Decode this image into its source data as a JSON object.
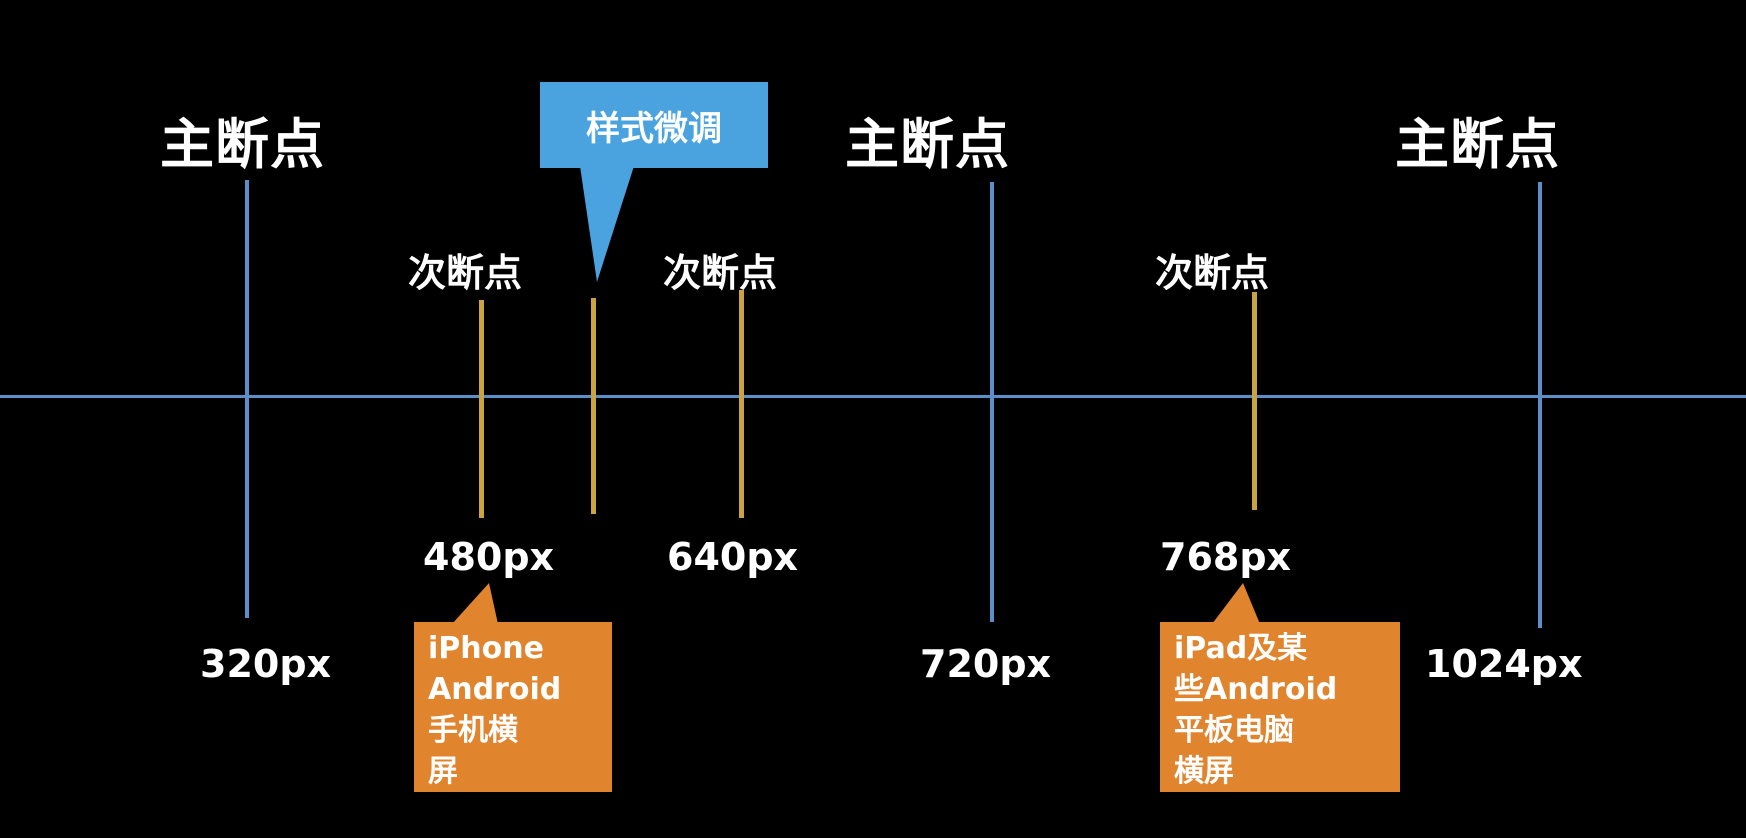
{
  "major_breakpoints": [
    {
      "label": "主断点",
      "value": "320px"
    },
    {
      "label": "主断点",
      "value": "720px"
    },
    {
      "label": "主断点",
      "value": "1024px"
    }
  ],
  "minor_breakpoints": [
    {
      "label": "次断点",
      "value": "480px"
    },
    {
      "label": "次断点",
      "value": "640px"
    },
    {
      "label": "次断点",
      "value": "768px"
    }
  ],
  "callouts": {
    "style_tweak": "样式微调",
    "phone": "iPhone\nAndroid\n手机横\n屏",
    "tablet": "iPad及某\n些Android\n平板电脑\n横屏"
  },
  "colors": {
    "background": "#000000",
    "major_line": "#5b8fc9",
    "minor_line": "#c9a441",
    "callout_blue": "#4aa3df",
    "callout_orange": "#e0852e",
    "text": "#ffffff"
  }
}
